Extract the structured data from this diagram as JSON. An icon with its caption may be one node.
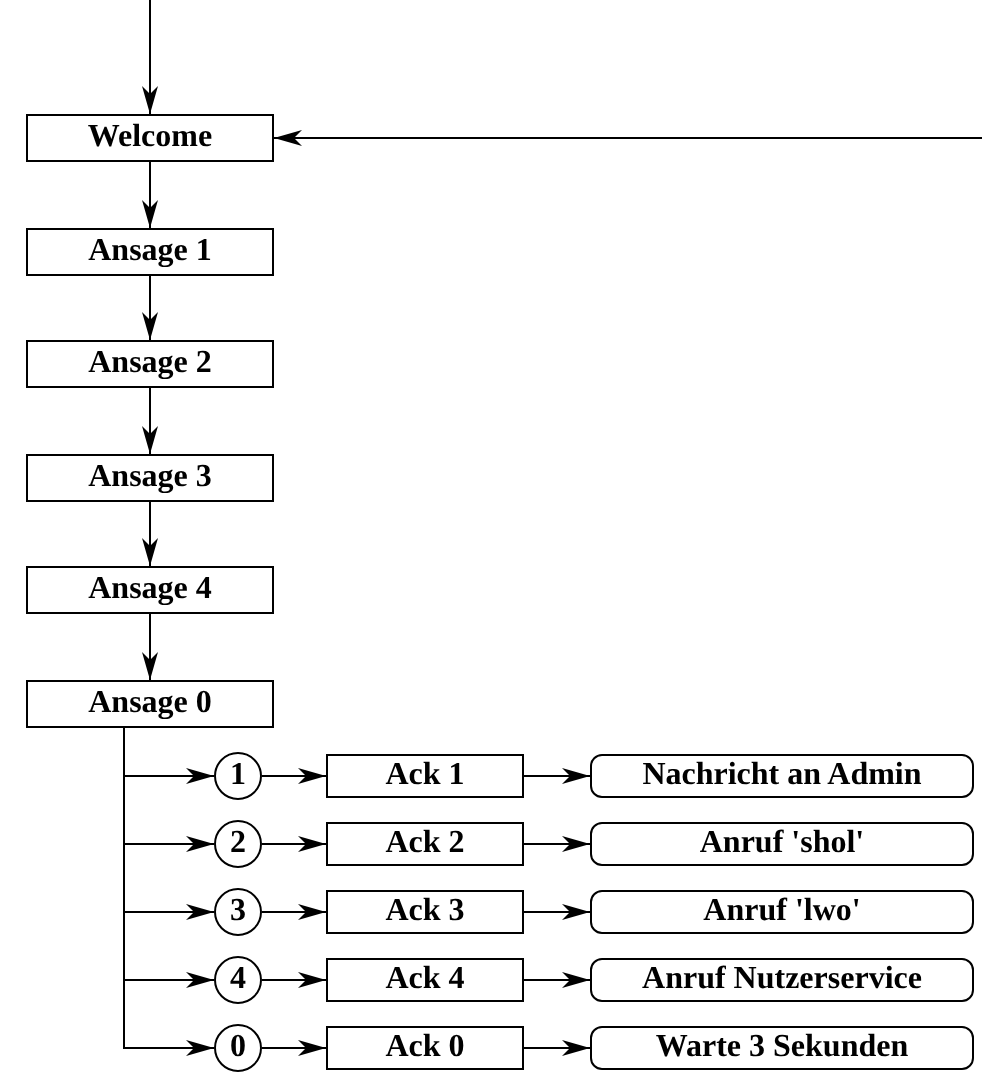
{
  "diagram": {
    "nodes": [
      {
        "text": [
          "Welcome"
        ]
      },
      {
        "text": [
          "Ansage 1"
        ]
      },
      {
        "text": [
          "Ansage 2"
        ]
      },
      {
        "text": [
          "Ansage 3"
        ]
      },
      {
        "text": [
          "Ansage 4"
        ]
      },
      {
        "text": [
          "Ansage 0"
        ]
      },
      {
        "text": [
          "1"
        ]
      },
      {
        "text": [
          "Ack 1"
        ]
      },
      {
        "text": [
          "Nachricht an Admin"
        ]
      },
      {
        "text": [
          "2"
        ]
      },
      {
        "text": [
          "Ack 2"
        ]
      },
      {
        "text": [
          "Anruf 'shol'"
        ]
      },
      {
        "text": [
          "3"
        ]
      },
      {
        "text": [
          "Ack 3"
        ]
      },
      {
        "text": [
          "Anruf 'lwo'"
        ]
      },
      {
        "text": [
          "4"
        ]
      },
      {
        "text": [
          "Ack 4"
        ]
      },
      {
        "text": [
          "Anruf Nutzerservice"
        ]
      },
      {
        "text": [
          "0"
        ]
      },
      {
        "text": [
          "Ack 0"
        ]
      },
      {
        "text": [
          "Warte 3 Sekunden"
        ]
      }
    ],
    "edges": [
      {
        "from": null,
        "to": 0,
        "arrow": "to"
      },
      {
        "from": null,
        "to": 0,
        "arrow": "to"
      },
      {
        "from": 0,
        "to": 1,
        "arrow": "to"
      },
      {
        "from": 1,
        "to": 2,
        "arrow": "to"
      },
      {
        "from": 2,
        "to": 3,
        "arrow": "to"
      },
      {
        "from": 3,
        "to": 4,
        "arrow": "to"
      },
      {
        "from": 4,
        "to": 5,
        "arrow": "to"
      },
      {
        "from": 5,
        "to": 6,
        "arrow": "to"
      },
      {
        "from": 6,
        "to": 7,
        "arrow": "to"
      },
      {
        "from": 7,
        "to": 8,
        "arrow": "to"
      },
      {
        "from": 5,
        "to": 9,
        "arrow": "to"
      },
      {
        "from": 9,
        "to": 10,
        "arrow": "to"
      },
      {
        "from": 10,
        "to": 11,
        "arrow": "to"
      },
      {
        "from": 5,
        "to": 12,
        "arrow": "to"
      },
      {
        "from": 12,
        "to": 13,
        "arrow": "to"
      },
      {
        "from": 13,
        "to": 14,
        "arrow": "to"
      },
      {
        "from": 5,
        "to": 15,
        "arrow": "to"
      },
      {
        "from": 15,
        "to": 16,
        "arrow": "to"
      },
      {
        "from": 16,
        "to": 17,
        "arrow": "to"
      },
      {
        "from": 5,
        "to": 18,
        "arrow": "to"
      },
      {
        "from": 18,
        "to": 19,
        "arrow": "to"
      },
      {
        "from": 19,
        "to": 20,
        "arrow": "to"
      }
    ]
  }
}
